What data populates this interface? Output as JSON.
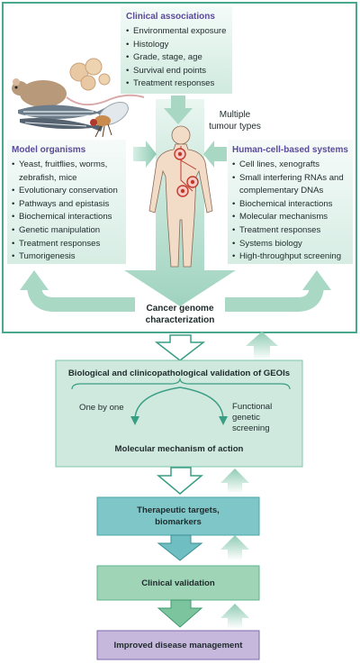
{
  "clinical": {
    "title": "Clinical associations",
    "items": [
      "Environmental exposure",
      "Histology",
      "Grade, stage, age",
      "Survival end points",
      "Treatment responses"
    ]
  },
  "model": {
    "title": "Model organisms",
    "items": [
      "Yeast, fruitflies, worms,",
      "zebrafish, mice",
      "Evolutionary conservation",
      "Pathways and epistasis",
      "Biochemical interactions",
      "Genetic manipulation",
      "Treatment responses",
      "Tumorigenesis"
    ]
  },
  "human": {
    "title": "Human-cell-based systems",
    "items": [
      "Cell lines, xenografts",
      "Small interfering RNAs and",
      "complementary DNAs",
      "Biochemical interactions",
      "Molecular mechanisms",
      "Treatment responses",
      "Systems biology",
      "High-throughput screening"
    ]
  },
  "center": {
    "multiple_line1": "Multiple",
    "multiple_line2": "tumour types",
    "cancer_line1": "Cancer genome",
    "cancer_line2": "characterization"
  },
  "validation": {
    "title": "Biological and clinicopathological validation of GEOIs",
    "one_by_one": "One by one",
    "functional_1": "Functional",
    "functional_2": "genetic",
    "functional_3": "screening",
    "mechanism": "Molecular mechanism of action"
  },
  "targets": {
    "line1": "Therapeutic targets,",
    "line2": "biomarkers"
  },
  "clinical_validation": "Clinical validation",
  "improved": "Improved disease management",
  "colors": {
    "frame": "#4aa88e",
    "light_green": "#d9efe6",
    "mid_green": "#b8e0d2",
    "teal_box": "#7fc6c9",
    "green_box": "#9fd4b7",
    "purple_box": "#c6b7dd",
    "purple_text": "#5b4a9a"
  }
}
